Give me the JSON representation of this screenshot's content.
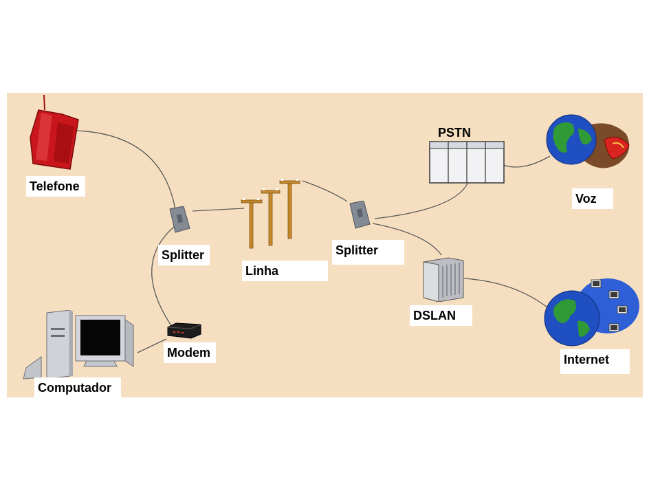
{
  "labels": {
    "telefone": "Telefone",
    "splitter_left": "Splitter",
    "linha": "Linha",
    "splitter_right": "Splitter",
    "pstn": "PSTN",
    "voz": "Voz",
    "dslan": "DSLAN",
    "internet": "Internet",
    "modem": "Modem",
    "computador": "Computador"
  },
  "colors": {
    "background": "#f5dfc0",
    "telephone": "#c8161c",
    "pole": "#c58a2c",
    "globe_ocean": "#1f4fc1",
    "globe_land": "#2f9a36",
    "cable": "#555555"
  }
}
